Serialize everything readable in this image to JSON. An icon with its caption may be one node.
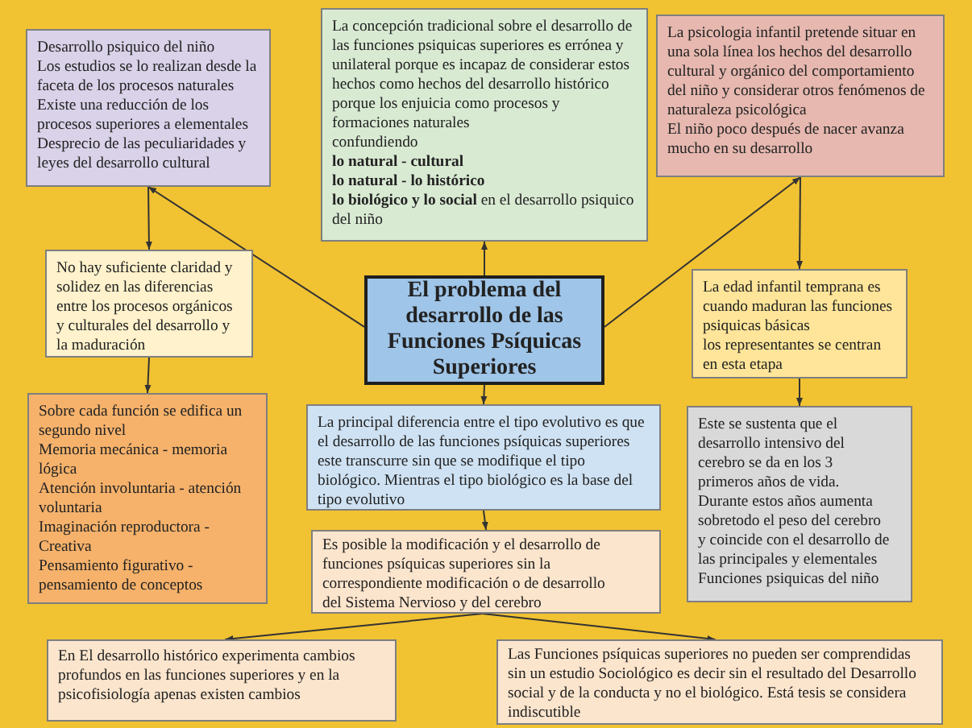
{
  "diagram": {
    "nodes": [
      {
        "text": [
          "Desarrollo psiquico del niño",
          "Los estudios se lo realizan desde la faceta de los procesos naturales",
          "Existe una reducción de los procesos superiores a elementales",
          "Desprecio de las peculiaridades y leyes del desarrollo cultural"
        ]
      },
      {
        "text": [
          "La concepción tradicional sobre el desarrollo de las funciones psiquicas superiores es errónea y unilateral porque es incapaz de considerar estos hechos como hechos del desarrollo histórico porque los enjuicia como procesos y formaciones naturales",
          "confundiendo",
          "lo natural - cultural",
          "lo natural - lo histórico",
          "**lo biológico y lo social** en el desarrollo psiquico del niño"
        ]
      },
      {
        "text": [
          "La psicologia infantil pretende situar en una sola línea los hechos del desarrollo cultural y orgánico del comportamiento del niño y considerar otros fenómenos de naturaleza psicológica",
          "El niño poco después de nacer avanza mucho en su desarrollo"
        ]
      },
      {
        "text": [
          "No hay suficiente claridad y solidez en las diferencias entre los procesos orgánicos y culturales del desarrollo y la maduración"
        ]
      },
      {
        "text": [
          "El problema del desarrollo de las Funciones Psíquicas Superiores"
        ]
      },
      {
        "text": [
          "La edad infantil temprana es cuando maduran las funciones psiquicas básicas",
          "los representantes se centran en esta etapa"
        ]
      },
      {
        "text": [
          "Sobre cada función se edifica un segundo nivel",
          "Memoria mecánica - memoria lógica",
          "Atención involuntaria - atención voluntaria",
          "Imaginación reproductora - Creativa",
          "Pensamiento figurativo - pensamiento de conceptos"
        ]
      },
      {
        "text": [
          "La principal diferencia entre el tipo evolutivo es que el desarrollo de las funciones psíquicas superiores este transcurre sin que se modifique el tipo biológico. Mientras el tipo biológico es la base del tipo evolutivo"
        ]
      },
      {
        "text": [
          "Este se sustenta que el desarrollo intensivo del cerebro se da en los 3 primeros años de vida. Durante estos años aumenta sobretodo el peso del cerebro y coincide con el desarrollo de las principales y elementales Funciones psiquicas del niño"
        ]
      },
      {
        "text": [
          "Es posible la modificación y el desarrollo de funciones psíquicas superiores sin la correspondiente modificación o de desarrollo del Sistema Nervioso y del cerebro"
        ]
      },
      {
        "text": [
          "En El desarrollo histórico experimenta cambios profundos en las funciones superiores y en la psicofisiología apenas existen cambios"
        ]
      },
      {
        "text": [
          "Las Funciones psíquicas superiores no pueden ser comprendidas sin un estudio Sociológico es decir sin el resultado del Desarrollo social y de la conducta y no el biológico. Está tesis se considera indiscutible"
        ]
      }
    ],
    "edges": [
      {
        "from": 4,
        "to": 1,
        "arrow": "to"
      },
      {
        "from": 4,
        "to": 0,
        "arrow": "to"
      },
      {
        "from": 4,
        "to": 2,
        "arrow": "to"
      },
      {
        "from": 0,
        "to": 3,
        "arrow": "to"
      },
      {
        "from": 3,
        "to": 6,
        "arrow": "to"
      },
      {
        "from": 2,
        "to": 5,
        "arrow": "to"
      },
      {
        "from": 5,
        "to": 8,
        "arrow": "to"
      },
      {
        "from": 4,
        "to": 7,
        "arrow": "to"
      },
      {
        "from": 7,
        "to": 9,
        "arrow": "to"
      },
      {
        "from": 9,
        "to": 10,
        "arrow": "to"
      },
      {
        "from": 9,
        "to": 11,
        "arrow": "to"
      }
    ]
  }
}
